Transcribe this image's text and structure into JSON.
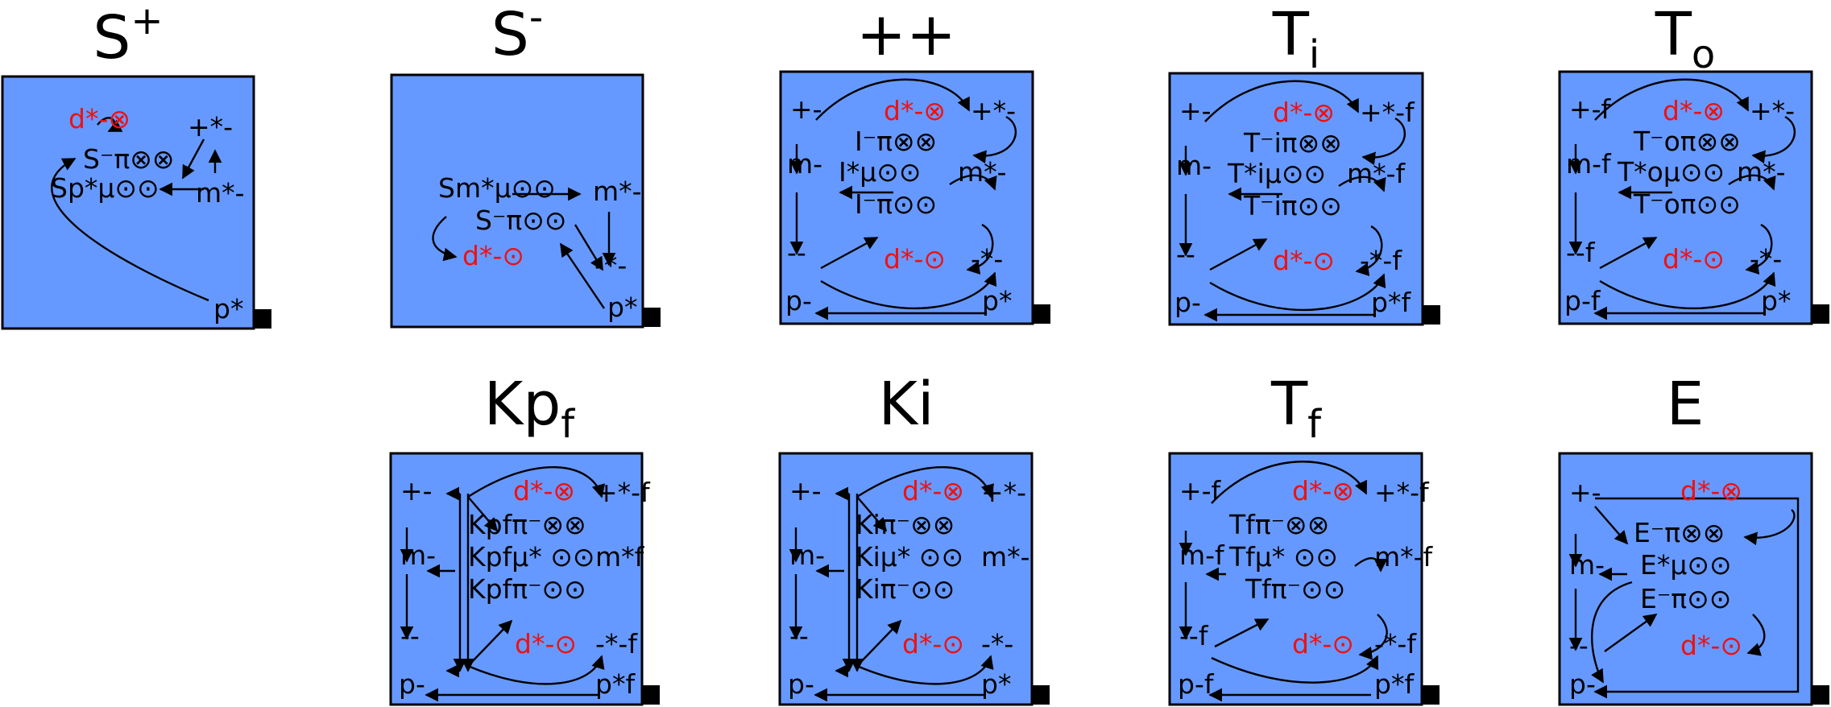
{
  "colors": {
    "panel": "#6699ff",
    "red": "#ee1111",
    "line": "#000000"
  },
  "panels": [
    {
      "id": "s-plus",
      "title": "S",
      "title_sup": "+",
      "title_sub": "",
      "labels": [
        {
          "t": "d*-⊗",
          "c": "red"
        },
        {
          "t": "+*-"
        },
        {
          "t": "S⁻π⊗⊗"
        },
        {
          "t": "Sp*μ⊙⊙"
        },
        {
          "t": "m*-"
        },
        {
          "t": "p*"
        }
      ]
    },
    {
      "id": "s-minus",
      "title": "S",
      "title_sup": "-",
      "title_sub": "",
      "labels": [
        {
          "t": "Sm*μ⊙⊙"
        },
        {
          "t": "m*-"
        },
        {
          "t": "S⁻π⊙⊙"
        },
        {
          "t": "d*-⊙",
          "c": "red"
        },
        {
          "t": "-*-"
        },
        {
          "t": "p*"
        }
      ]
    },
    {
      "id": "plus-plus",
      "title": "++",
      "title_sup": "",
      "title_sub": "",
      "labels": [
        {
          "t": "+-"
        },
        {
          "t": "d*-⊗",
          "c": "red"
        },
        {
          "t": "+*-"
        },
        {
          "t": "I⁻π⊗⊗"
        },
        {
          "t": "m-"
        },
        {
          "t": "I*μ⊙⊙"
        },
        {
          "t": "m*-"
        },
        {
          "t": "I⁻π⊙⊙"
        },
        {
          "t": "--"
        },
        {
          "t": "d*-⊙",
          "c": "red"
        },
        {
          "t": "-*-"
        },
        {
          "t": "p-"
        },
        {
          "t": "p*"
        }
      ]
    },
    {
      "id": "t-i",
      "title": "T",
      "title_sup": "",
      "title_sub": "i",
      "labels": [
        {
          "t": "+-"
        },
        {
          "t": "d*-⊗",
          "c": "red"
        },
        {
          "t": "+*-f"
        },
        {
          "t": "T⁻iπ⊗⊗"
        },
        {
          "t": "m-"
        },
        {
          "t": "T*iμ⊙⊙"
        },
        {
          "t": "m*-f"
        },
        {
          "t": "T⁻iπ⊙⊙"
        },
        {
          "t": "--"
        },
        {
          "t": "d*-⊙",
          "c": "red"
        },
        {
          "t": "-*-f"
        },
        {
          "t": "p-"
        },
        {
          "t": "p*f"
        }
      ]
    },
    {
      "id": "t-o",
      "title": "T",
      "title_sup": "",
      "title_sub": "o",
      "labels": [
        {
          "t": "+-f"
        },
        {
          "t": "d*-⊗",
          "c": "red"
        },
        {
          "t": "+*-"
        },
        {
          "t": "T⁻oπ⊗⊗"
        },
        {
          "t": "m-f"
        },
        {
          "t": "T*oμ⊙⊙"
        },
        {
          "t": "m*-"
        },
        {
          "t": "T⁻oπ⊙⊙"
        },
        {
          "t": "--f"
        },
        {
          "t": "d*-⊙",
          "c": "red"
        },
        {
          "t": "-*-"
        },
        {
          "t": "p-f"
        },
        {
          "t": "p*"
        }
      ]
    },
    {
      "id": "kp-f",
      "title": "Kp",
      "title_sup": "",
      "title_sub": "f",
      "labels": [
        {
          "t": "+-"
        },
        {
          "t": "d*-⊗",
          "c": "red"
        },
        {
          "t": "+*-f"
        },
        {
          "t": "Kpfπ⁻⊗⊗"
        },
        {
          "t": "m-"
        },
        {
          "t": "Kpfμ* ⊙⊙"
        },
        {
          "t": "m*f"
        },
        {
          "t": "Kpfπ⁻⊙⊙"
        },
        {
          "t": "--"
        },
        {
          "t": "d*-⊙",
          "c": "red"
        },
        {
          "t": "-*-f"
        },
        {
          "t": "p-"
        },
        {
          "t": "p*f"
        }
      ]
    },
    {
      "id": "ki",
      "title": "Ki",
      "title_sup": "",
      "title_sub": "",
      "labels": [
        {
          "t": "+-"
        },
        {
          "t": "d*-⊗",
          "c": "red"
        },
        {
          "t": "+*-"
        },
        {
          "t": "Kiπ⁻⊗⊗"
        },
        {
          "t": "m-"
        },
        {
          "t": "Kiμ* ⊙⊙"
        },
        {
          "t": "m*-"
        },
        {
          "t": "Kiπ⁻⊙⊙"
        },
        {
          "t": "--"
        },
        {
          "t": "d*-⊙",
          "c": "red"
        },
        {
          "t": "-*-"
        },
        {
          "t": "p-"
        },
        {
          "t": "p*"
        }
      ]
    },
    {
      "id": "t-f",
      "title": "T",
      "title_sup": "",
      "title_sub": "f",
      "labels": [
        {
          "t": "+-f"
        },
        {
          "t": "d*-⊗",
          "c": "red"
        },
        {
          "t": "+*-f"
        },
        {
          "t": "Tfπ⁻⊗⊗"
        },
        {
          "t": "m-f"
        },
        {
          "t": "Tfμ* ⊙⊙"
        },
        {
          "t": "m*-f"
        },
        {
          "t": "Tfπ⁻⊙⊙"
        },
        {
          "t": "--f"
        },
        {
          "t": "d*-⊙",
          "c": "red"
        },
        {
          "t": "-*-f"
        },
        {
          "t": "p-f"
        },
        {
          "t": "p*f"
        }
      ]
    },
    {
      "id": "e",
      "title": "E",
      "title_sup": "",
      "title_sub": "",
      "labels": [
        {
          "t": "+-"
        },
        {
          "t": "d*-⊗",
          "c": "red"
        },
        {
          "t": "E⁻π⊗⊗"
        },
        {
          "t": "m-"
        },
        {
          "t": "E*μ⊙⊙"
        },
        {
          "t": "E⁻π⊙⊙"
        },
        {
          "t": "--"
        },
        {
          "t": "d*-⊙",
          "c": "red"
        },
        {
          "t": "p-"
        }
      ]
    }
  ]
}
